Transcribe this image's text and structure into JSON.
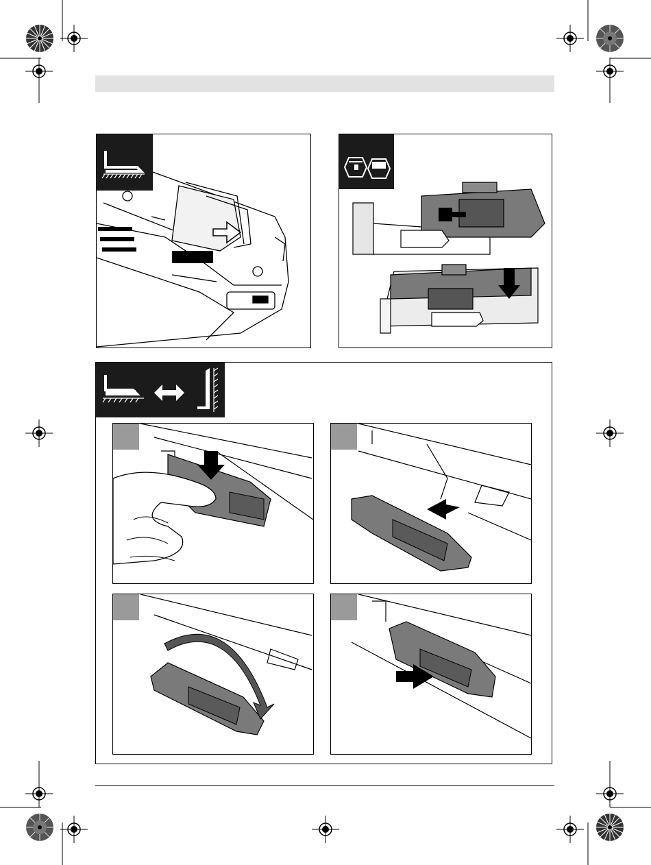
{
  "page": {
    "background": "#ffffff",
    "header_bar_color": "#e2e2e2"
  },
  "icons": {
    "reg_mark": "registration-crosshair-icon",
    "color_wheel": "color-star-target-icon",
    "flat_mount": "flat-surface-mounting-icon",
    "flat_wall_switch": "flat-to-wall-mounting-icon",
    "two_units": "two-device-units-icon",
    "push_arrow": "push-arrow-icon",
    "down_arrow": "press-down-arrow-icon",
    "rotate_arrow": "rotate-arrow-icon"
  },
  "figures": {
    "top_left": "charger-mounted-flat",
    "top_right": "charger-slide-onto-bracket",
    "steps": [
      "press-clip",
      "pull-out-clip",
      "rotate-clip",
      "insert-clip"
    ]
  }
}
